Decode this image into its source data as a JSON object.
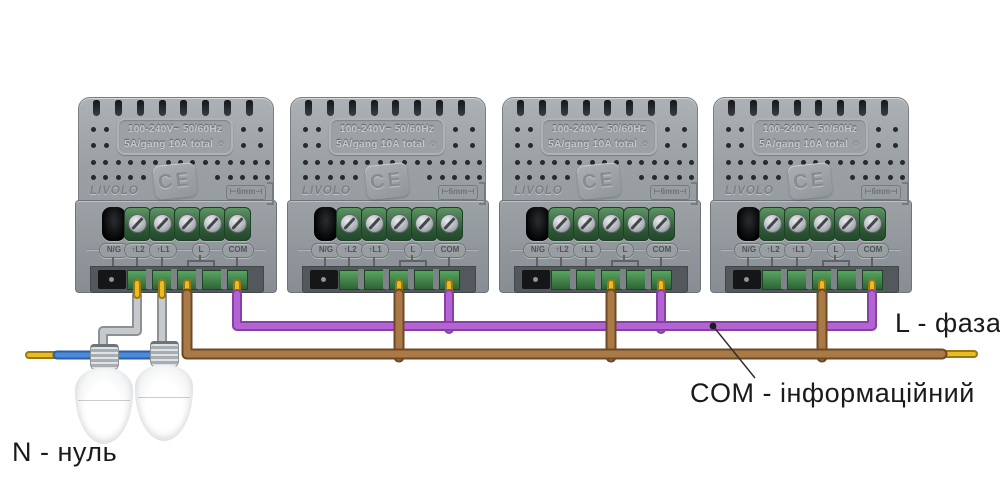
{
  "module": {
    "brand": "LIVOLO",
    "rating_line1": "100-240V~  50/60Hz",
    "rating_line2": "5A/gang 10A total",
    "brightness_icon": "☼",
    "ce_mark": "CE",
    "wire_gauge": "⊢6mm⊣",
    "terminal_labels": [
      "N/G",
      "↑L2",
      "↑L1",
      "L",
      "COM"
    ]
  },
  "module_count": 4,
  "lamp_count": 2,
  "annotations": {
    "neutral": "N - нуль",
    "phase": "L - фаза",
    "com": "COM - інформаційний"
  },
  "colors": {
    "module_body": "#9aa0a4",
    "terminal_green": "#2f6337",
    "wire_colors": {
      "com": {
        "outer": "#8a3fa6",
        "inner": "#b264d2"
      },
      "phase": {
        "outer": "#6f4827",
        "inner": "#aa7a46"
      },
      "neutral": {
        "outer": "#2a5fa9",
        "inner": "#4a8ad8"
      },
      "load": {
        "outer": "#8d9195",
        "inner": "#c7cacd"
      },
      "ferrule": {
        "outer": "#9d770e",
        "inner": "#e8bc25"
      }
    },
    "callout": "#2c2c2c",
    "label_text": "#1a1a1a"
  }
}
